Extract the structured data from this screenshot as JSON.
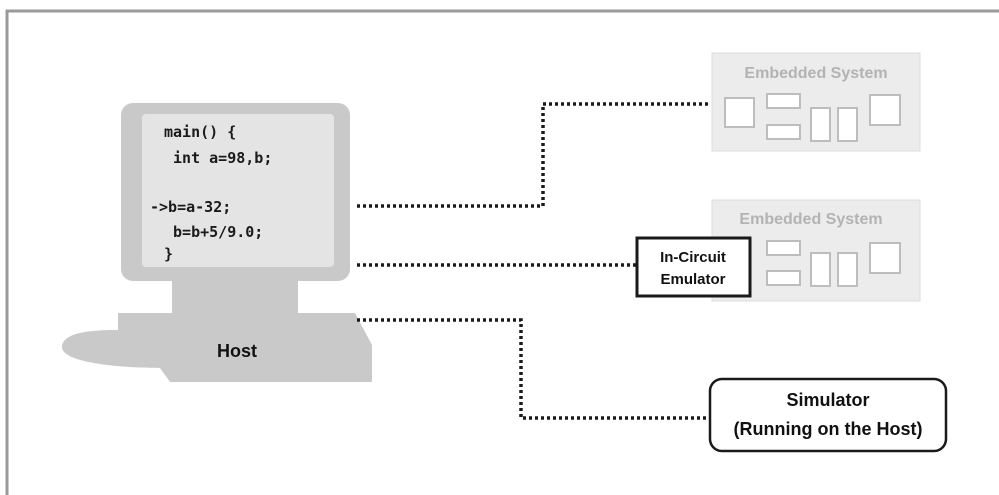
{
  "host": {
    "label": "Host",
    "code_lines": [
      "main() {",
      " int a=98,b;",
      "",
      "->b=a-32;",
      " b=b+5/9.0;",
      "}"
    ]
  },
  "embedded_system_top": {
    "title": "Embedded System"
  },
  "embedded_system_bottom": {
    "title": "Embedded System"
  },
  "emulator": {
    "lines": [
      "In-Circuit",
      "Emulator"
    ]
  },
  "simulator": {
    "lines": [
      "Simulator",
      "(Running on the Host)"
    ]
  },
  "colors": {
    "host_gray": "#c9c9c9",
    "screen_gray": "#e4e4e4",
    "embedded_bg": "#ececec",
    "frame_gray": "#9a9a9a",
    "ink": "#1a1a1a"
  }
}
